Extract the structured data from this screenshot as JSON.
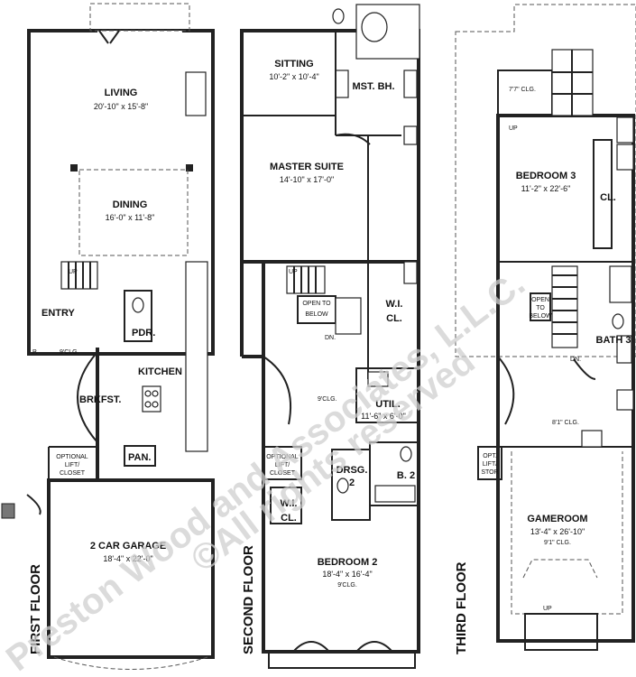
{
  "floors": {
    "first": {
      "title": "FIRST FLOOR",
      "living": {
        "name": "LIVING",
        "dims": "20'-10\" x 15'-8\""
      },
      "dining": {
        "name": "DINING",
        "dims": "16'-0\" x 11'-8\""
      },
      "entry": "ENTRY",
      "porch": "P.",
      "porch_clg": "9'CLG.",
      "pdr": "PDR.",
      "kitchen": "KITCHEN",
      "brkfst": "BRKFST.",
      "pan": "PAN.",
      "lift": [
        "OPTIONAL",
        "LIFT/",
        "CLOSET"
      ],
      "garage": {
        "name": "2 CAR GARAGE",
        "dims": "18'-4\" x 22'-0\""
      },
      "up": "UP"
    },
    "second": {
      "title": "SECOND FLOOR",
      "sitting": {
        "name": "SITTING",
        "dims": "10'-2\" x 10'-4\""
      },
      "mst_bath": "MST. BH.",
      "master": {
        "name": "MASTER SUITE",
        "dims": "14'-10\" x 17'-0\""
      },
      "open_to_below": [
        "OPEN TO",
        "BELOW"
      ],
      "wicl": [
        "W.I.",
        "CL."
      ],
      "clg": "9'CLG.",
      "util": {
        "name": "UTIL.",
        "dims": "11'-6\" x 6'-0\""
      },
      "drsg": [
        "DRSG.",
        "2"
      ],
      "b2": "B. 2",
      "lift": [
        "OPTIONAL",
        "LIFT/",
        "CLOSET"
      ],
      "wicl2": [
        "W.I.",
        "CL."
      ],
      "bedroom2": {
        "name": "BEDROOM 2",
        "dims": "18'-4\" x 16'-4\"",
        "clg": "9'CLG."
      },
      "up": "UP",
      "dn": "DN."
    },
    "third": {
      "title": "THIRD FLOOR",
      "small_clg": "7'7\" CLG.",
      "up": "UP",
      "bedroom3": {
        "name": "BEDROOM 3",
        "dims": "11'-2\" x 22'-6\""
      },
      "cl": "CL.",
      "open_to_below": [
        "OPEN",
        "TO",
        "BELOW"
      ],
      "bath3": "BATH 3",
      "dn": "DN.",
      "clg": "8'1\" CLG.",
      "opt_lift": [
        "OPT.",
        "LIFT/",
        "STOR"
      ],
      "gameroom": {
        "name": "GAMEROOM",
        "dims": "13'-4\" x 26'-10\"",
        "clg": "9'1\" CLG."
      },
      "up2": "UP"
    }
  },
  "watermark": {
    "line1": "Preston Wood and Associates, L.L.C.",
    "line2": "©All rights reserved"
  }
}
